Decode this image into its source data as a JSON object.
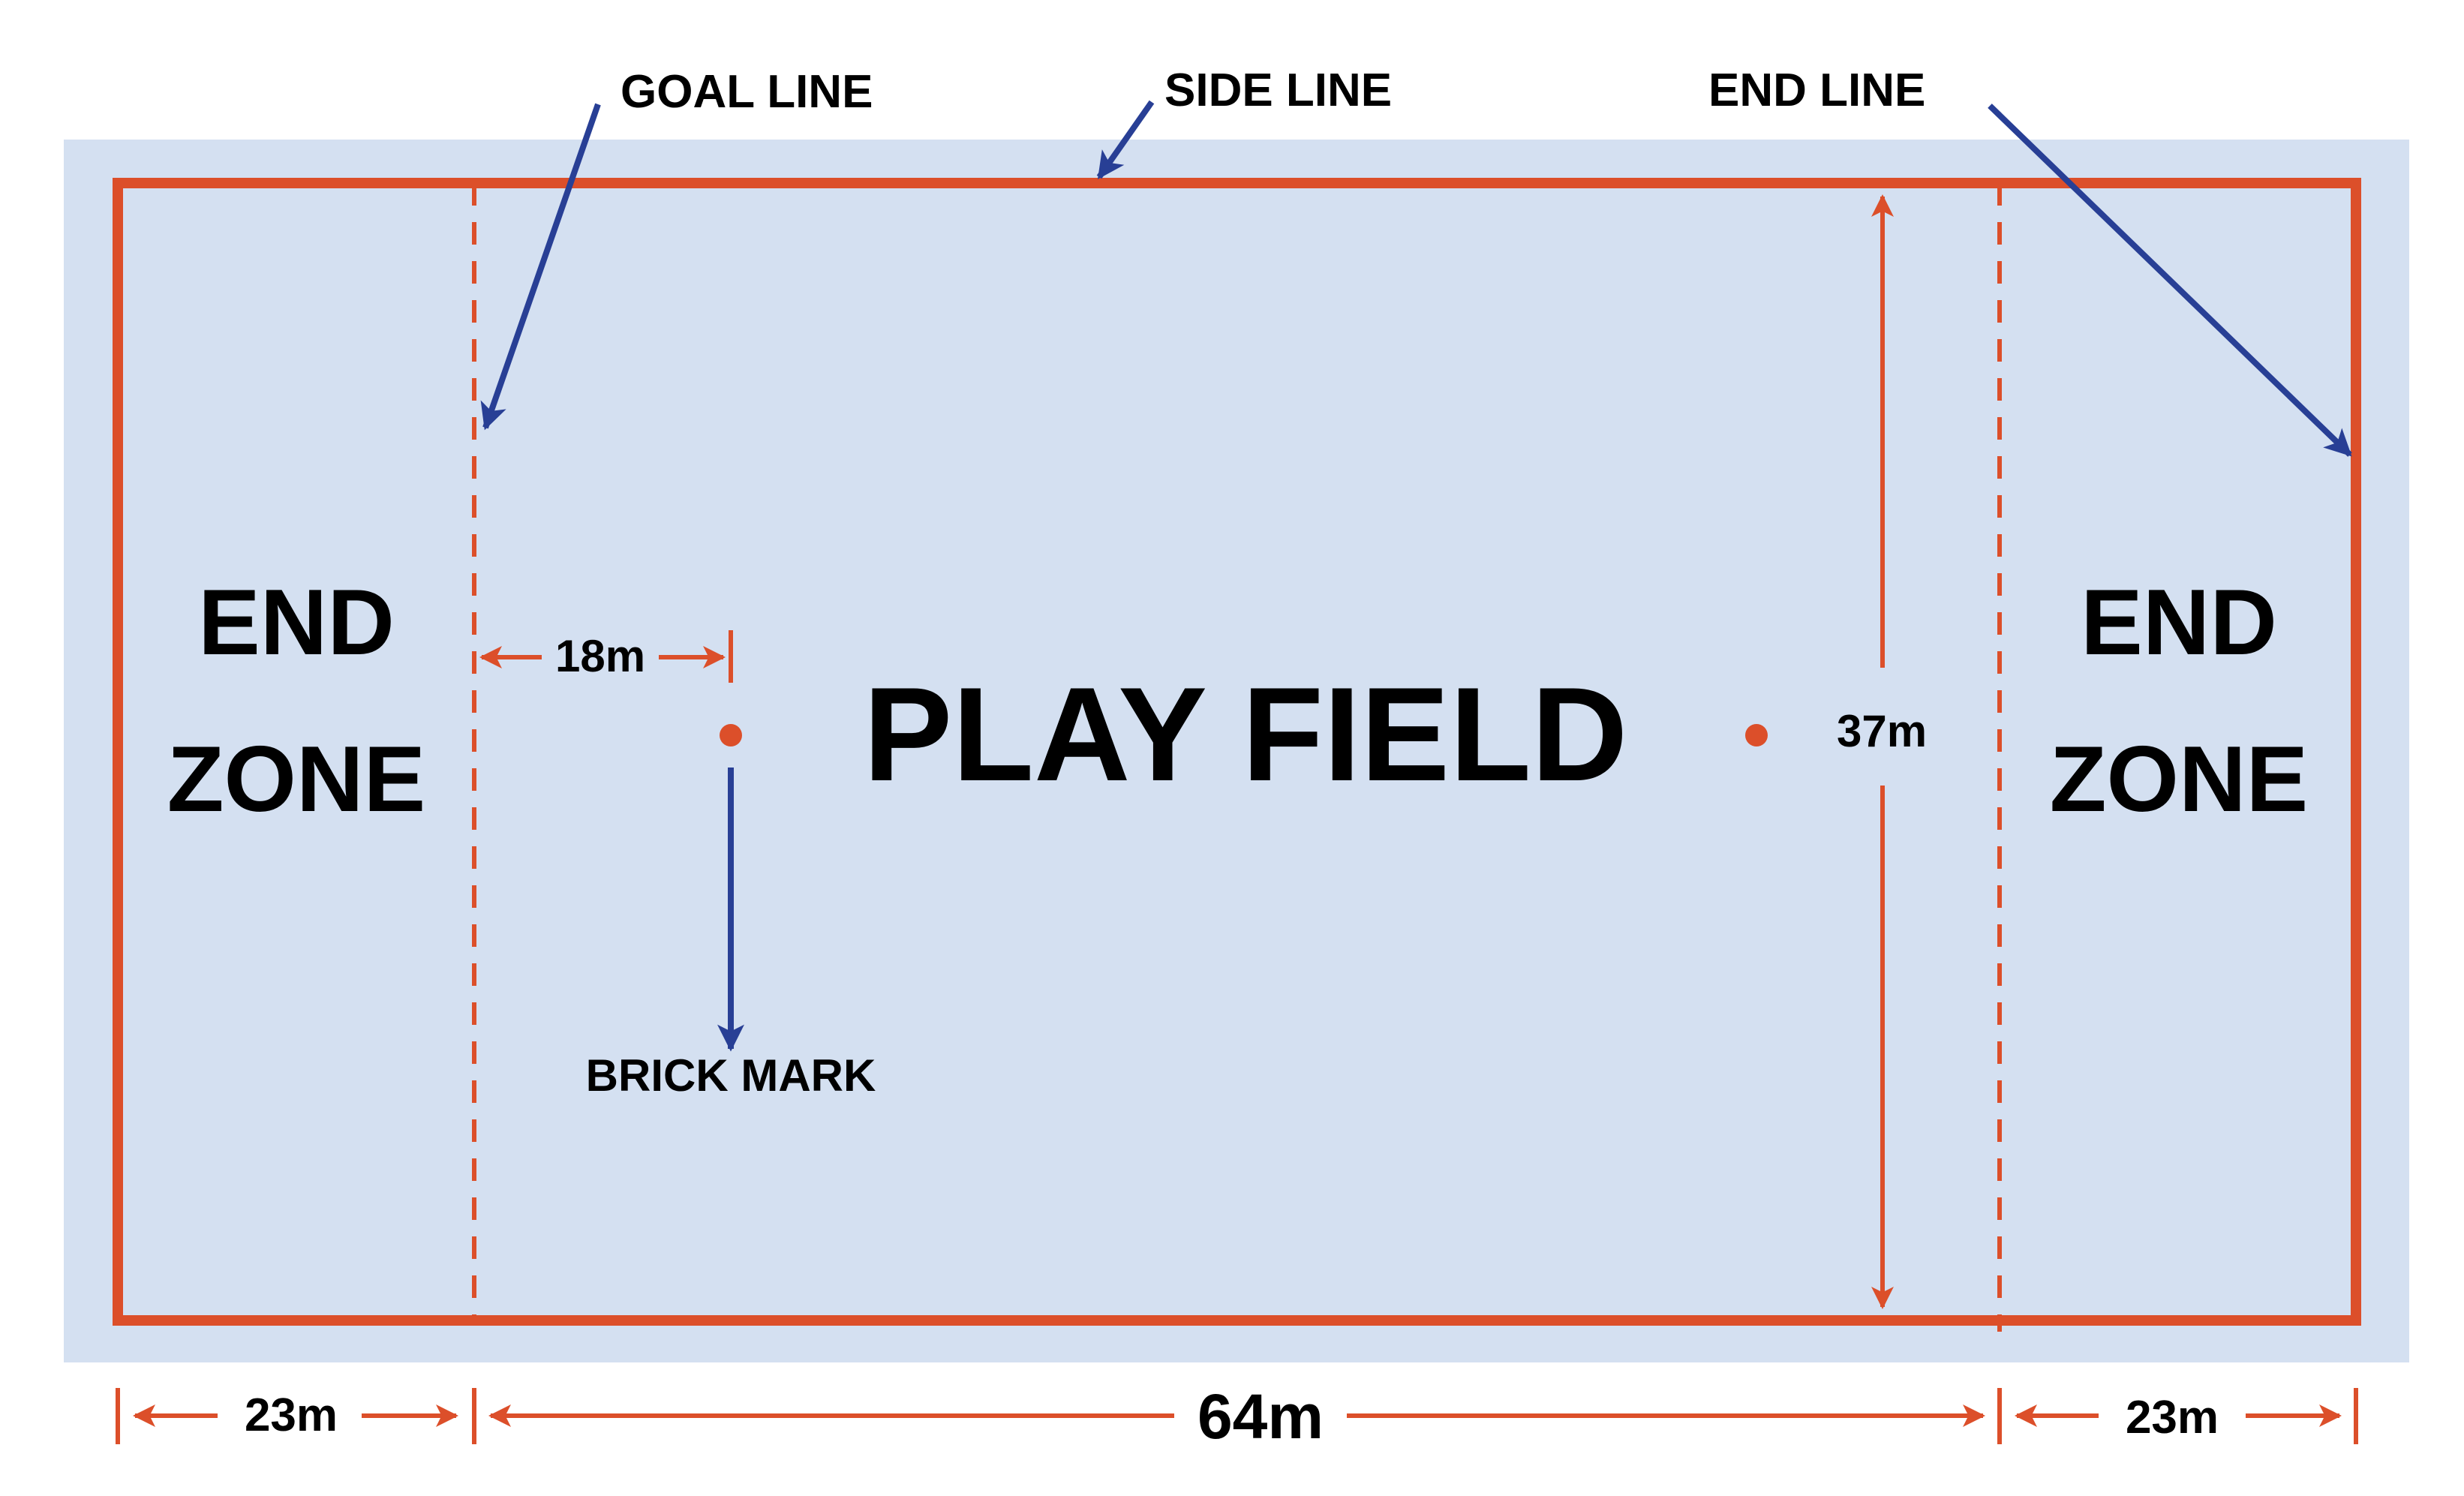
{
  "colors": {
    "field_fill": "#d4e0f1",
    "boundary_line": "#dc4f2a",
    "pointer_arrow": "#283f95",
    "text": "#000000"
  },
  "labels": {
    "goal_line": "GOAL LINE",
    "side_line": "SIDE LINE",
    "end_line": "END LINE",
    "end_zone_left_top": "END",
    "end_zone_left_bottom": "ZONE",
    "end_zone_right_top": "END",
    "end_zone_right_bottom": "ZONE",
    "play_field": "PLAY FIELD",
    "brick_mark": "BRICK MARK"
  },
  "dimensions": {
    "brick_distance": "18m",
    "field_width": "37m",
    "end_zone_left_length": "23m",
    "play_field_length": "64m",
    "end_zone_right_length": "23m"
  },
  "icons": {
    "pointer": "arrow-icon",
    "brick": "brick-mark-dot-icon"
  }
}
